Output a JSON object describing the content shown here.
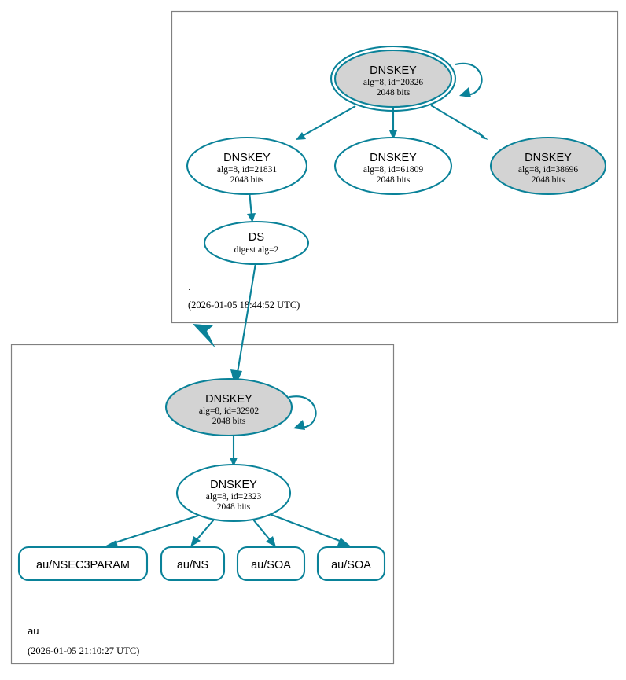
{
  "diagram": {
    "type": "dnssec-chain-of-trust",
    "colors": {
      "edge": "#0a8299",
      "node_stroke": "#0a8299",
      "secure_fill": "#d3d3d3",
      "plain_fill": "#ffffff",
      "zone_border": "#808080",
      "text": "#000000"
    }
  },
  "zones": [
    {
      "id": "root",
      "name": ".",
      "timestamp": "(2026-01-05 18:44:52 UTC)"
    },
    {
      "id": "au",
      "name": "au",
      "timestamp": "(2026-01-05 21:10:27 UTC)"
    }
  ],
  "nodes": {
    "root_ksk": {
      "title": "DNSKEY",
      "line2": "alg=8, id=20326",
      "line3": "2048 bits"
    },
    "root_zsk_21831": {
      "title": "DNSKEY",
      "line2": "alg=8, id=21831",
      "line3": "2048 bits"
    },
    "root_zsk_61809": {
      "title": "DNSKEY",
      "line2": "alg=8, id=61809",
      "line3": "2048 bits"
    },
    "root_zsk_38696": {
      "title": "DNSKEY",
      "line2": "alg=8, id=38696",
      "line3": "2048 bits"
    },
    "root_ds": {
      "title": "DS",
      "line2": "digest alg=2",
      "line3": ""
    },
    "au_ksk": {
      "title": "DNSKEY",
      "line2": "alg=8, id=32902",
      "line3": "2048 bits"
    },
    "au_zsk": {
      "title": "DNSKEY",
      "line2": "alg=8, id=2323",
      "line3": "2048 bits"
    }
  },
  "rrsets": [
    {
      "id": "au_nsec3param",
      "label": "au/NSEC3PARAM"
    },
    {
      "id": "au_ns",
      "label": "au/NS"
    },
    {
      "id": "au_soa_1",
      "label": "au/SOA"
    },
    {
      "id": "au_soa_2",
      "label": "au/SOA"
    }
  ]
}
